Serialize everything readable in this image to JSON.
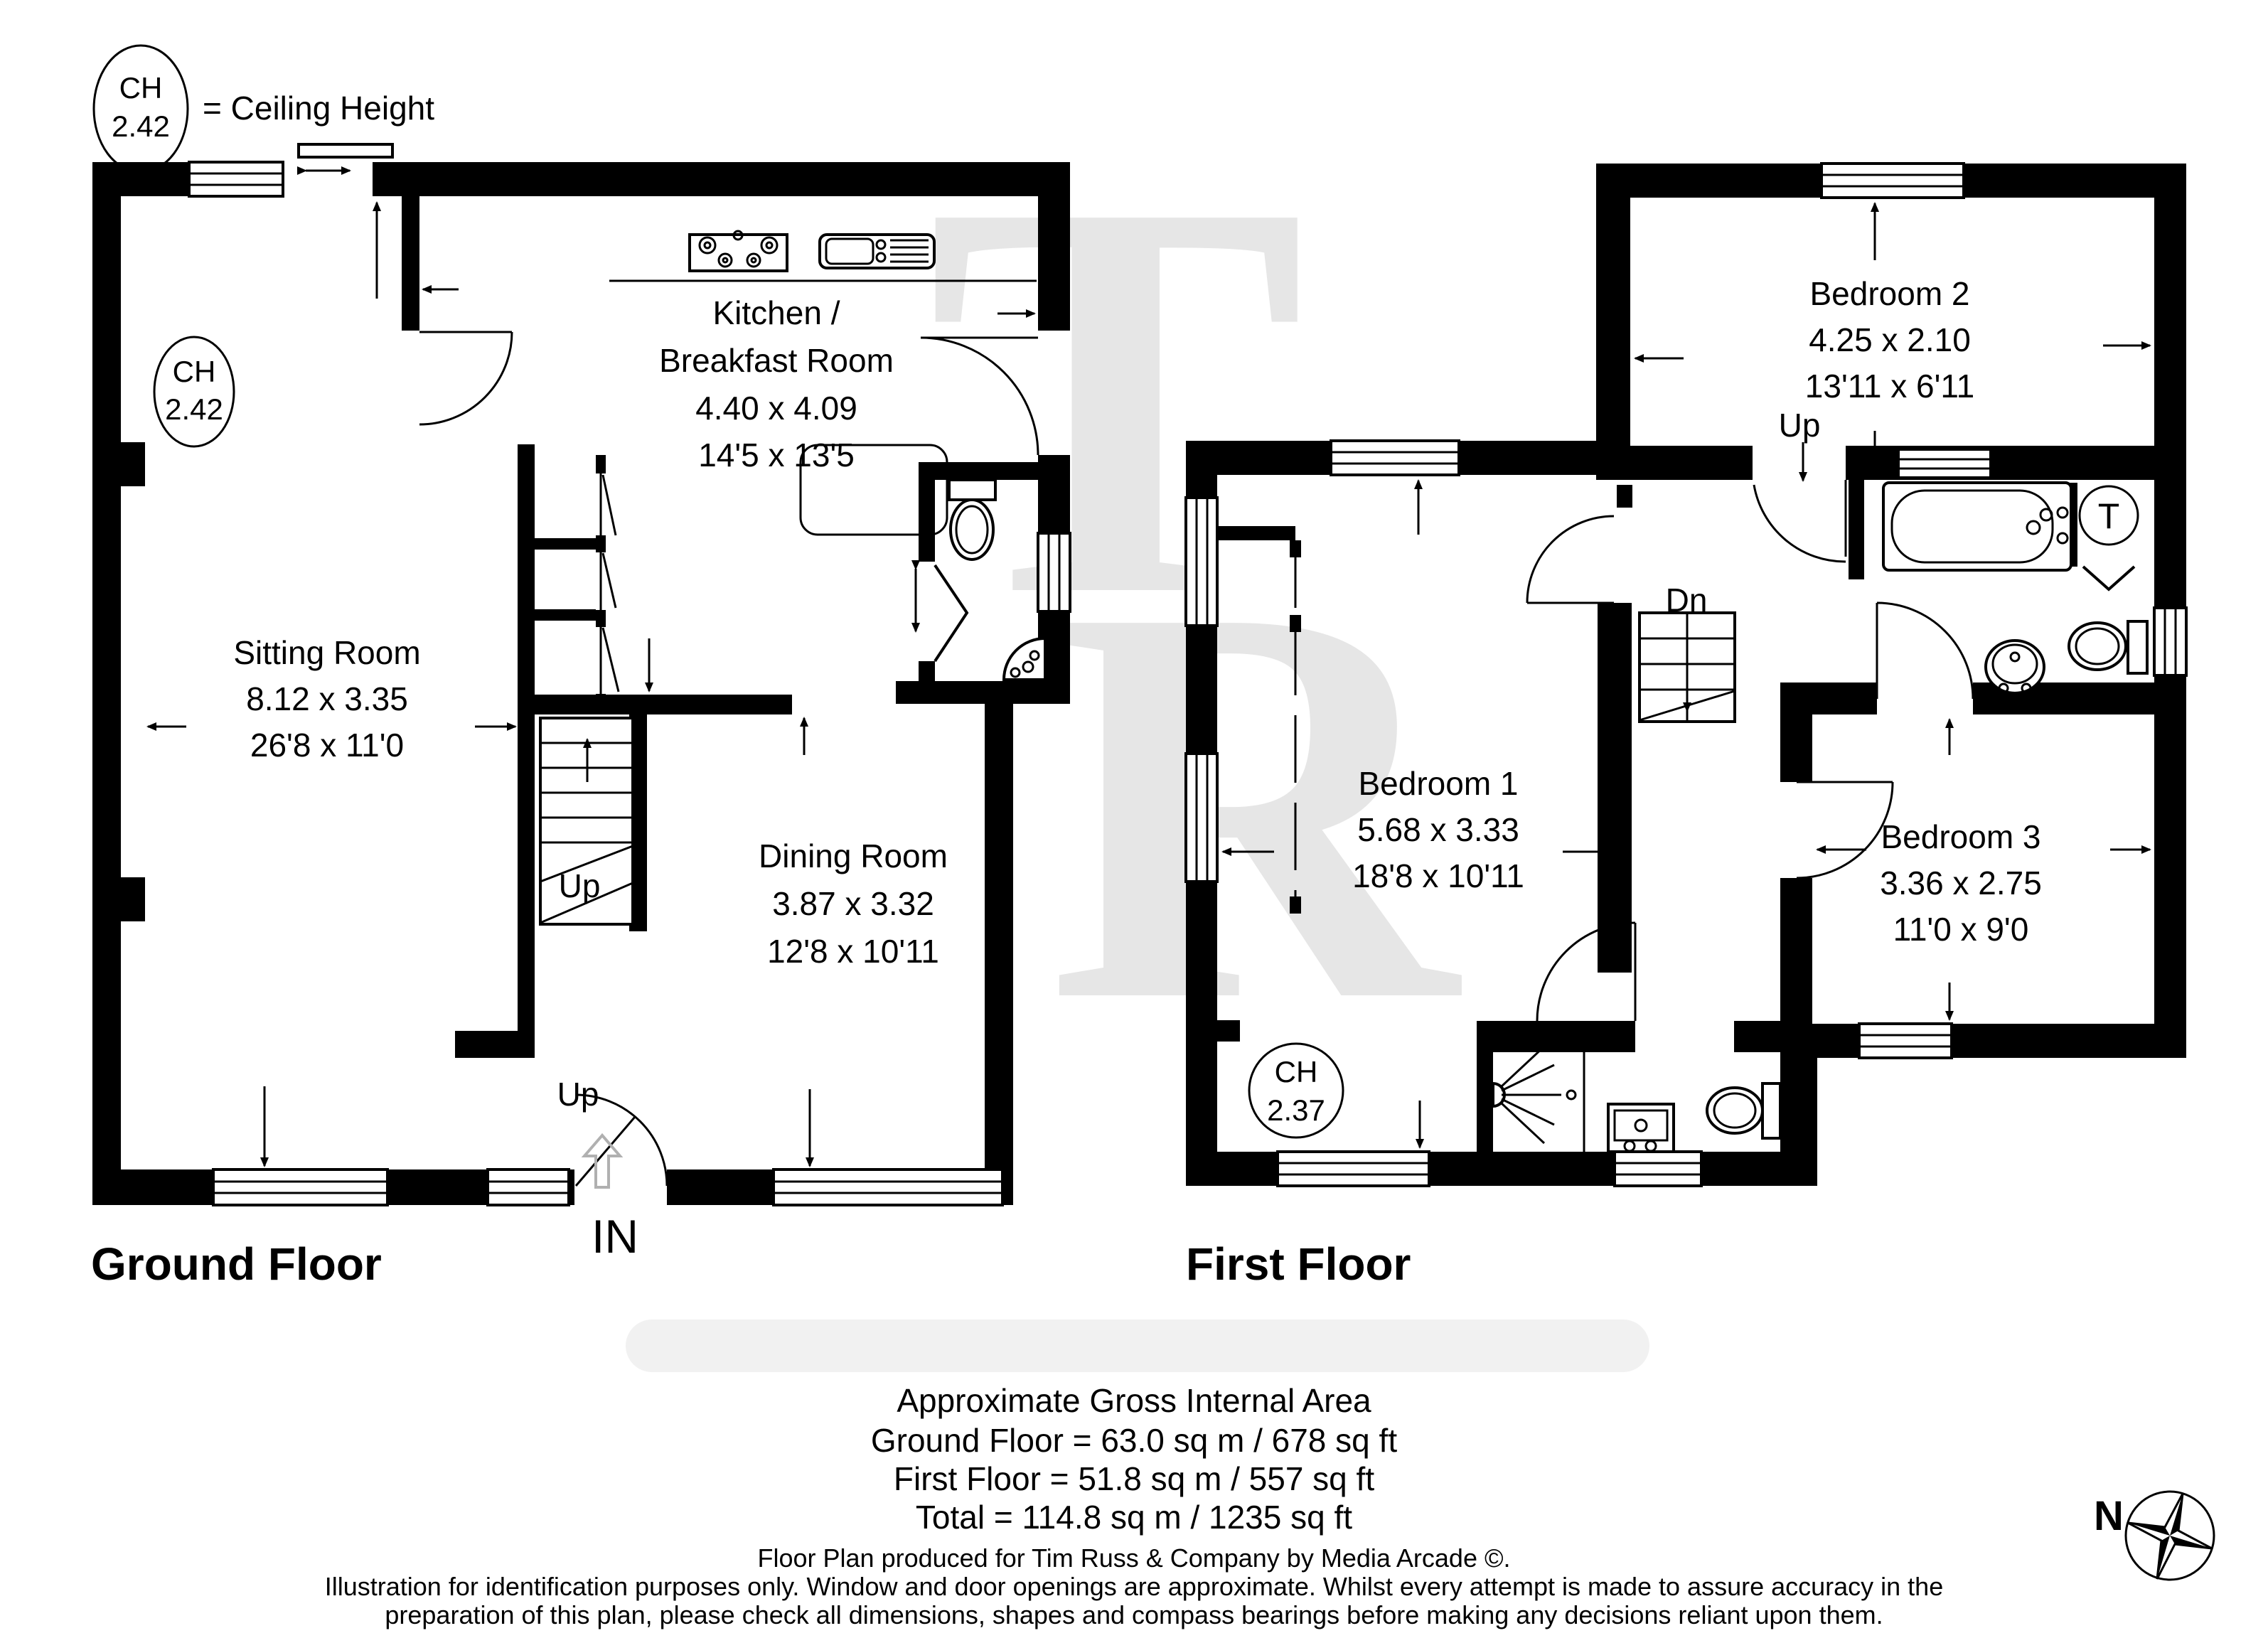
{
  "legend": {
    "symbol_label": "CH",
    "symbol_value": "2.42",
    "text": "= Ceiling Height"
  },
  "titles": {
    "ground": "Ground Floor",
    "first": "First Floor"
  },
  "watermark": {
    "letter1": "T",
    "letter2": "R"
  },
  "ground_floor": {
    "rooms": {
      "sitting": {
        "name": "Sitting Room",
        "metric": "8.12 x 3.35",
        "imperial": "26'8 x 11'0"
      },
      "kitchen": {
        "name_line1": "Kitchen /",
        "name_line2": "Breakfast Room",
        "metric": "4.40 x 4.09",
        "imperial": "14'5 x 13'5"
      },
      "dining": {
        "name": "Dining Room",
        "metric": "3.87 x 3.32",
        "imperial": "12'8 x 10'11"
      }
    },
    "ceiling_height": {
      "label": "CH",
      "value": "2.42"
    },
    "labels": {
      "up_stairs": "Up",
      "up_entrance": "Up",
      "entrance": "IN"
    }
  },
  "first_floor": {
    "rooms": {
      "bedroom1": {
        "name": "Bedroom 1",
        "metric": "5.68 x 3.33",
        "imperial": "18'8 x 10'11"
      },
      "bedroom2": {
        "name": "Bedroom 2",
        "metric": "4.25 x 2.10",
        "imperial": "13'11 x 6'11"
      },
      "bedroom3": {
        "name": "Bedroom 3",
        "metric": "3.36 x 2.75",
        "imperial": "11'0 x 9'0"
      }
    },
    "ceiling_height": {
      "label": "CH",
      "value": "2.37"
    },
    "labels": {
      "up": "Up",
      "down": "Dn",
      "tank": "T"
    }
  },
  "compass": {
    "north": "N"
  },
  "footer": {
    "area_title": "Approximate Gross Internal Area",
    "ground_line": "Ground Floor = 63.0 sq m / 678 sq ft",
    "first_line": "First Floor = 51.8 sq m / 557 sq ft",
    "total_line": "Total = 114.8 sq m / 1235 sq ft",
    "credit": "Floor Plan produced for Tim Russ & Company by Media Arcade ©.",
    "disclaimer1": "Illustration for identification purposes only. Window and door openings are approximate. Whilst every attempt is made to assure accuracy in the",
    "disclaimer2": "preparation of this plan, please check all dimensions, shapes and compass bearings before making any decisions reliant upon them."
  }
}
